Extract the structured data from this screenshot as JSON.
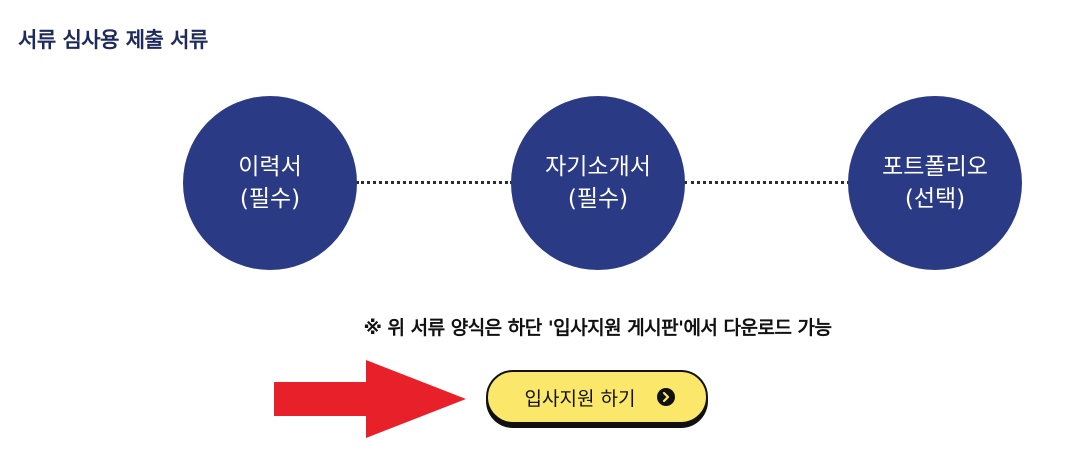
{
  "section": {
    "title": "서류 심사용 제출 서류"
  },
  "steps": [
    {
      "name": "이력서",
      "tag": "(필수)"
    },
    {
      "name": "자기소개서",
      "tag": "(필수)"
    },
    {
      "name": "포트폴리오",
      "tag": "(선택)"
    }
  ],
  "notice": "※ 위 서류 양식은 하단 '입사지원 게시판'에서 다운로드 가능",
  "apply_button": {
    "label": "입사지원 하기"
  },
  "icons": {
    "pointer": "arrow-right-icon",
    "button": "chevron-right-circle-icon"
  },
  "colors": {
    "title": "#1f2a5c",
    "circle": "#2a3a85",
    "button": "#fbe86a",
    "arrow": "#e8202a"
  }
}
